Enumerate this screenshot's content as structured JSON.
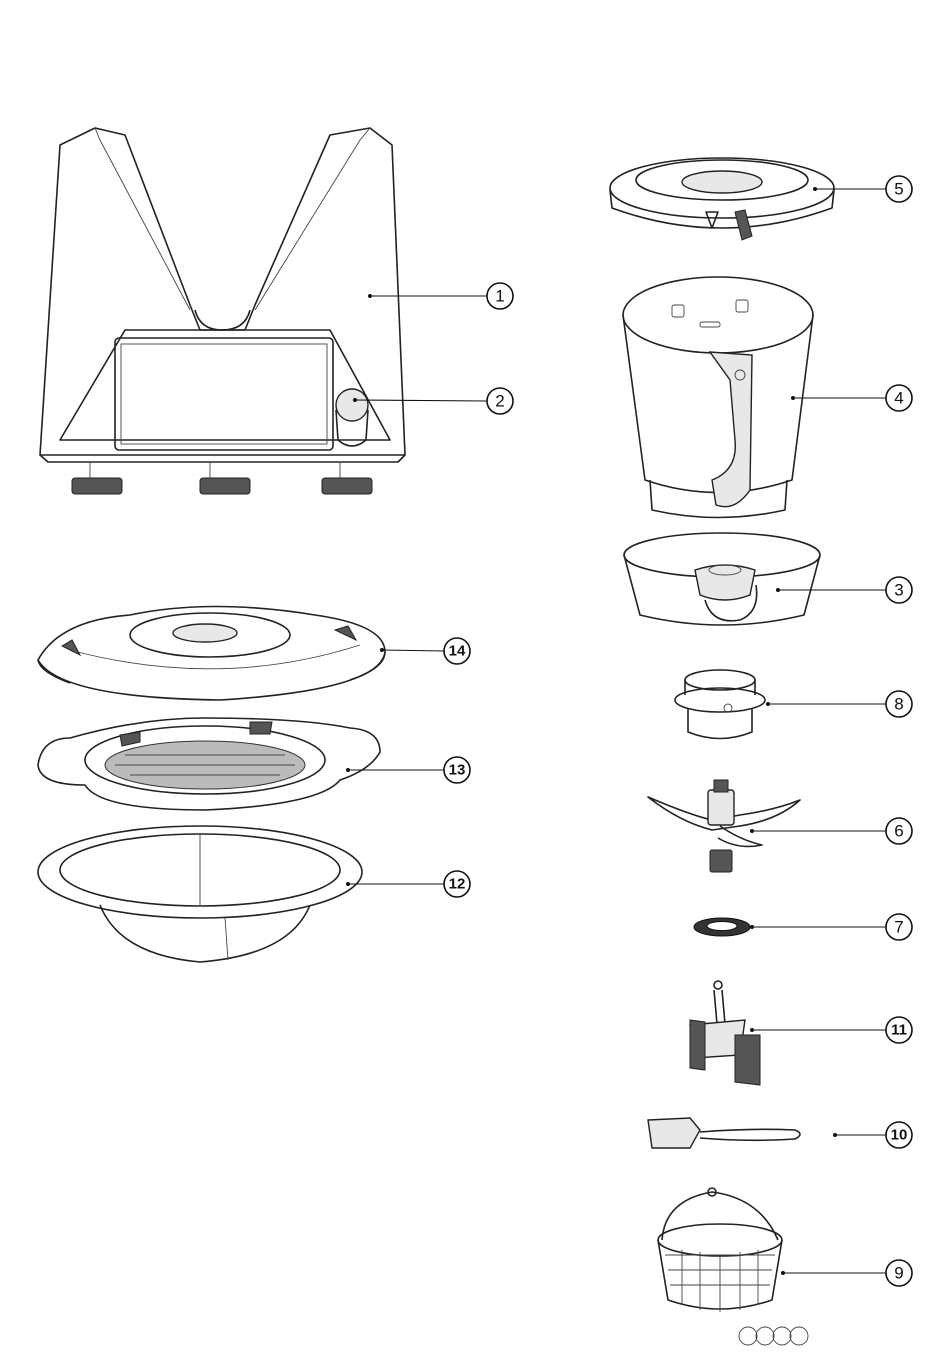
{
  "title": "Parts overview",
  "callouts": {
    "c1": {
      "label": "1",
      "part": "base-unit"
    },
    "c2": {
      "label": "2",
      "part": "selector-knob"
    },
    "c3": {
      "label": "3",
      "part": "mixing-bowl-base"
    },
    "c4": {
      "label": "4",
      "part": "mixing-bowl"
    },
    "c5": {
      "label": "5",
      "part": "mixing-bowl-lid"
    },
    "c6": {
      "label": "6",
      "part": "mixing-knife"
    },
    "c7": {
      "label": "7",
      "part": "sealing-ring"
    },
    "c8": {
      "label": "8",
      "part": "measuring-cup"
    },
    "c9": {
      "label": "9",
      "part": "simmering-basket"
    },
    "c10": {
      "label": "10",
      "part": "spatula"
    },
    "c11": {
      "label": "11",
      "part": "butterfly-whisk"
    },
    "c12": {
      "label": "12",
      "part": "steamer-bowl"
    },
    "c13": {
      "label": "13",
      "part": "steamer-tray"
    },
    "c14": {
      "label": "14",
      "part": "steamer-lid"
    }
  },
  "colors": {
    "line": "#222222",
    "background": "#ffffff"
  }
}
